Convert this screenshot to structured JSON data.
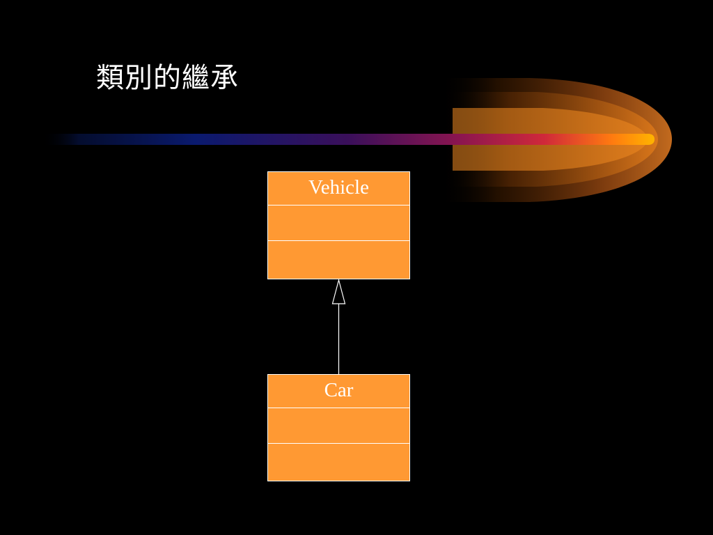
{
  "slide": {
    "title": "類別的繼承",
    "background_color": "#000000",
    "accent_color": "#ff9933",
    "line_color": "#ffffff"
  },
  "diagram": {
    "classes": [
      {
        "name": "Vehicle",
        "attributes": [],
        "methods": []
      },
      {
        "name": "Car",
        "attributes": [],
        "methods": []
      }
    ],
    "relationships": [
      {
        "type": "generalization",
        "from": "Car",
        "to": "Vehicle"
      }
    ]
  }
}
